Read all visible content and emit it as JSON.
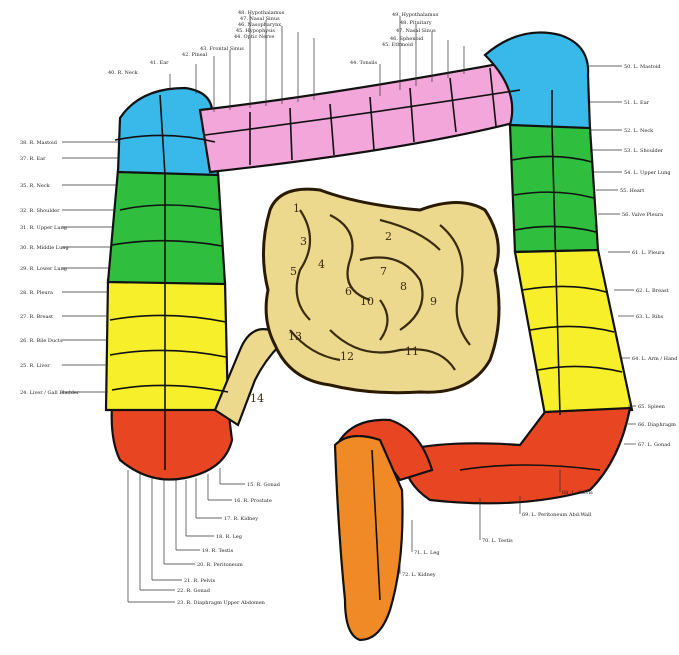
{
  "colors": {
    "blue": "#39b8ea",
    "pink": "#f2a6d9",
    "green": "#2fbe3e",
    "yellow": "#f6ef2a",
    "red": "#e84522",
    "orange": "#f08a26",
    "small_intestine": "#ecd98e",
    "outline": "#111111"
  },
  "small_intestine_numbers": [
    "1",
    "2",
    "3",
    "4",
    "5",
    "6",
    "7",
    "8",
    "9",
    "10",
    "11",
    "12",
    "13",
    "14"
  ],
  "labels_left": [
    "38. R. Mastoid",
    "37. R. Ear",
    "35. R. Neck",
    "32. R. Shoulder",
    "31. R. Upper Lung",
    "30. R. Middle Lung",
    "29. R. Lower Lung",
    "28. R. Pleura",
    "27. R. Breast",
    "26. R. Bile Ducts",
    "25. R. Liver",
    "24. Liver / Gall Bladder"
  ],
  "labels_right": [
    "50. L. Mastoid",
    "51. L. Ear",
    "52. L. Neck",
    "53. L. Shoulder",
    "54. L. Upper Lung",
    "55. Heart",
    "56. Valve Pleura",
    "61. L. Pleura",
    "62. L. Breast",
    "63. L. Ribs",
    "64. L. Arm / Hand",
    "65. Spleen",
    "66. Diaphragm",
    "67. L. Gonad"
  ],
  "labels_top": [
    "48. Hypothalamus",
    "47. Nasal Sinus",
    "46. Nasopharynx",
    "45. Hypophysis",
    "44. Optic Nerve",
    "43. Frontal Sinus",
    "42. Pineal",
    "41. Ear",
    "40. R. Neck"
  ],
  "labels_top_right": [
    "49. Hypothalamus",
    "48. Pituitary",
    "47. Nasal Sinus",
    "46. Sphenoid",
    "45. Ethmoid",
    "44. Tonsils"
  ],
  "labels_bottom": [
    "15. R. Gonad",
    "16. R. Prostate",
    "17. R. Kidney",
    "18. R. Leg",
    "19. R. Testis",
    "20. R. Peritoneum",
    "21. R. Pelvis",
    "22. R. Gonad",
    "23. R. Diaphragm Upper Abdomen"
  ],
  "labels_bottom_right": [
    "68. L. Pelvis",
    "69. L. Peritoneum Abd.Wall",
    "70. L. Testis",
    "71. L. Leg",
    "72. L. Kidney"
  ]
}
